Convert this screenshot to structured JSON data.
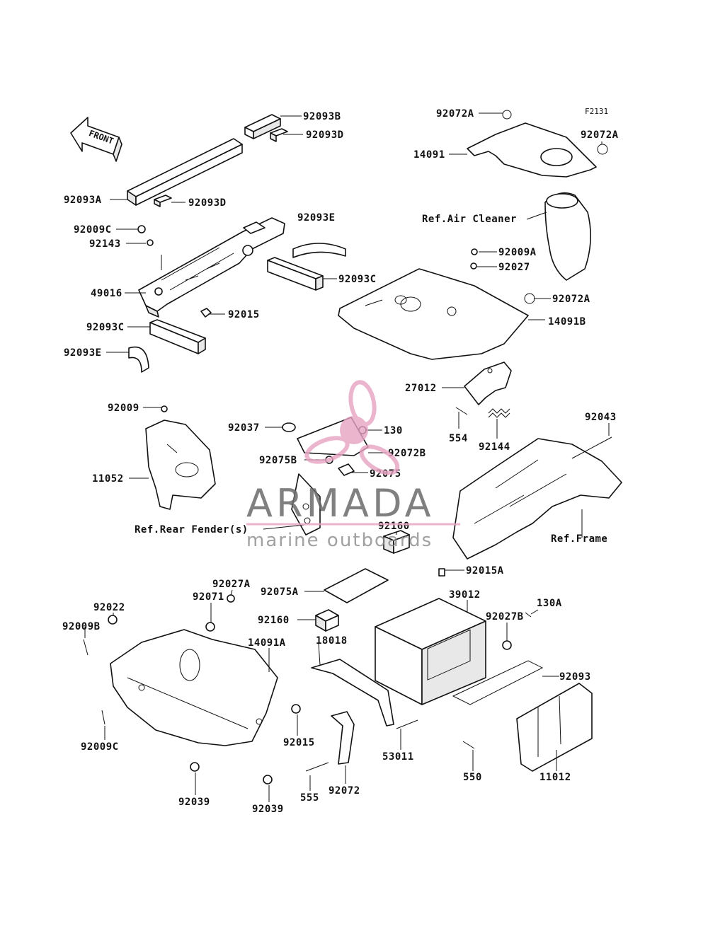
{
  "figure_code": "F2131",
  "front_label": "FRONT",
  "watermark": {
    "brand": "ARMADA",
    "tagline": "marine outboards",
    "accent_color": "#e7a3c3"
  },
  "labels": {
    "p92093B": "92093B",
    "p92093D_top": "92093D",
    "p92093A": "92093A",
    "p92093D_left": "92093D",
    "p92009C_top": "92009C",
    "p92143": "92143",
    "p92093E_right": "92093E",
    "p92093C_right": "92093C",
    "p49016": "49016",
    "p92015_top": "92015",
    "p92093C_left": "92093C",
    "p92093E_left": "92093E",
    "p92072A_top": "92072A",
    "p92072A_right": "92072A",
    "p14091": "14091",
    "ref_air_cleaner": "Ref.Air Cleaner",
    "p92009A": "92009A",
    "p92027": "92027",
    "p92072A_lower": "92072A",
    "p14091B": "14091B",
    "p27012": "27012",
    "p554": "554",
    "p92144": "92144",
    "p92043": "92043",
    "p92009": "92009",
    "p11052": "11052",
    "p92037": "92037",
    "p130": "130",
    "p92072B": "92072B",
    "p92075B": "92075B",
    "p92075": "92075",
    "ref_rear_fender": "Ref.Rear Fender(s)",
    "p92160_top": "92160",
    "ref_frame": "Ref.Frame",
    "p92015A": "92015A",
    "p92075A": "92075A",
    "p92027A": "92027A",
    "p92071": "92071",
    "p92022": "92022",
    "p39012": "39012",
    "p130A": "130A",
    "p92009B": "92009B",
    "p92160_mid": "92160",
    "p18018": "18018",
    "p92027B": "92027B",
    "p14091A": "14091A",
    "p92093": "92093",
    "p92009C_bottom": "92009C",
    "p92015_bottom": "92015",
    "p53011": "53011",
    "p550": "550",
    "p11012": "11012",
    "p92039_left": "92039",
    "p555": "555",
    "p92072": "92072",
    "p92039_right": "92039"
  }
}
